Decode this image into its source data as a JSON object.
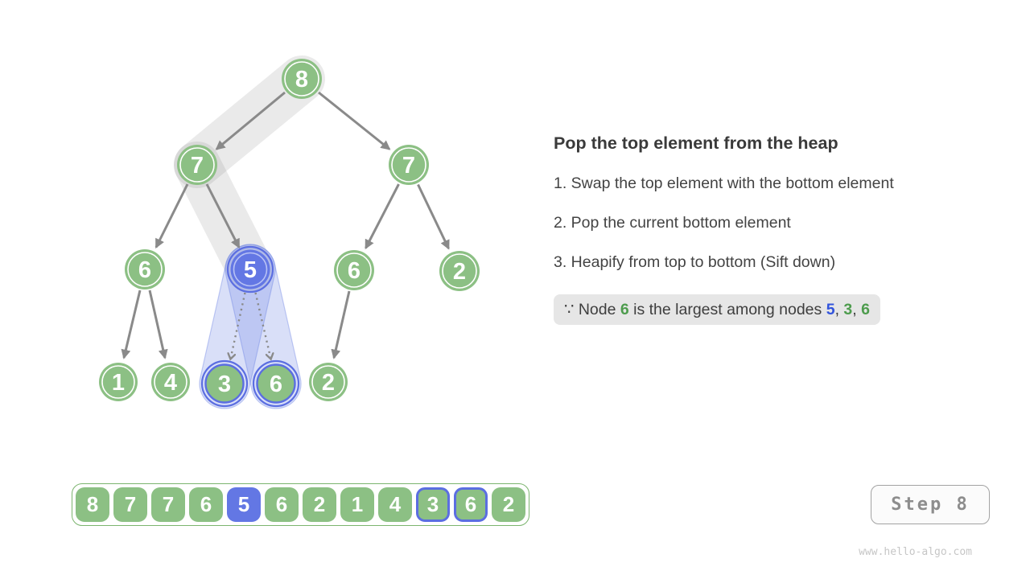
{
  "tree": {
    "nodes": [
      "8",
      "7",
      "7",
      "6",
      "5",
      "6",
      "2",
      "1",
      "4",
      "3",
      "6",
      "2"
    ],
    "highlighted_blue_node": "5",
    "outlined_nodes": [
      "3",
      "6"
    ]
  },
  "panel": {
    "title": "Pop the top element from the heap",
    "steps": [
      "1. Swap the top element with the bottom element",
      "2. Pop the current bottom element",
      "3. Heapify from top to bottom (Sift down)"
    ],
    "note": {
      "s0": "∵ Node ",
      "s1": "6",
      "s2": " is the largest among nodes ",
      "s3": "5",
      "s4": ", ",
      "s5": "3",
      "s6": ", ",
      "s7": "6"
    }
  },
  "array": {
    "values": [
      "8",
      "7",
      "7",
      "6",
      "5",
      "6",
      "2",
      "1",
      "4",
      "3",
      "6",
      "2"
    ]
  },
  "step_badge": {
    "label": "Step 8"
  },
  "watermark": "www.hello-algo.com",
  "colors": {
    "node_green": "#8CC084",
    "node_blue": "#6377E4",
    "highlight_outline_blue": "#5B6EE1",
    "edge_gray": "#8A8A8A",
    "swap_path_gray": "rgba(125,125,125,0.16)",
    "sift_region_blue": "rgba(108,130,228,0.26)",
    "note_bg": "#E6E6E6",
    "note_green_text": "#4D9C4D",
    "note_blue_text": "#3254DC"
  }
}
